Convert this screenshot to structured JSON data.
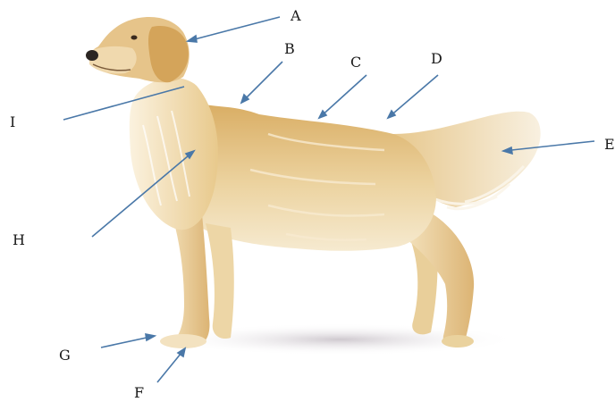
{
  "colors": {
    "arrow": "#4a78a8",
    "coat_light": "#f2dfb8",
    "coat_mid": "#e3c07e",
    "coat_dark": "#c99a4e",
    "shadow": "#d9d4d8"
  },
  "labels": {
    "a": "A",
    "b": "B",
    "c": "C",
    "d": "D",
    "e": "E",
    "f": "F",
    "g": "G",
    "h": "H",
    "i": "I"
  }
}
